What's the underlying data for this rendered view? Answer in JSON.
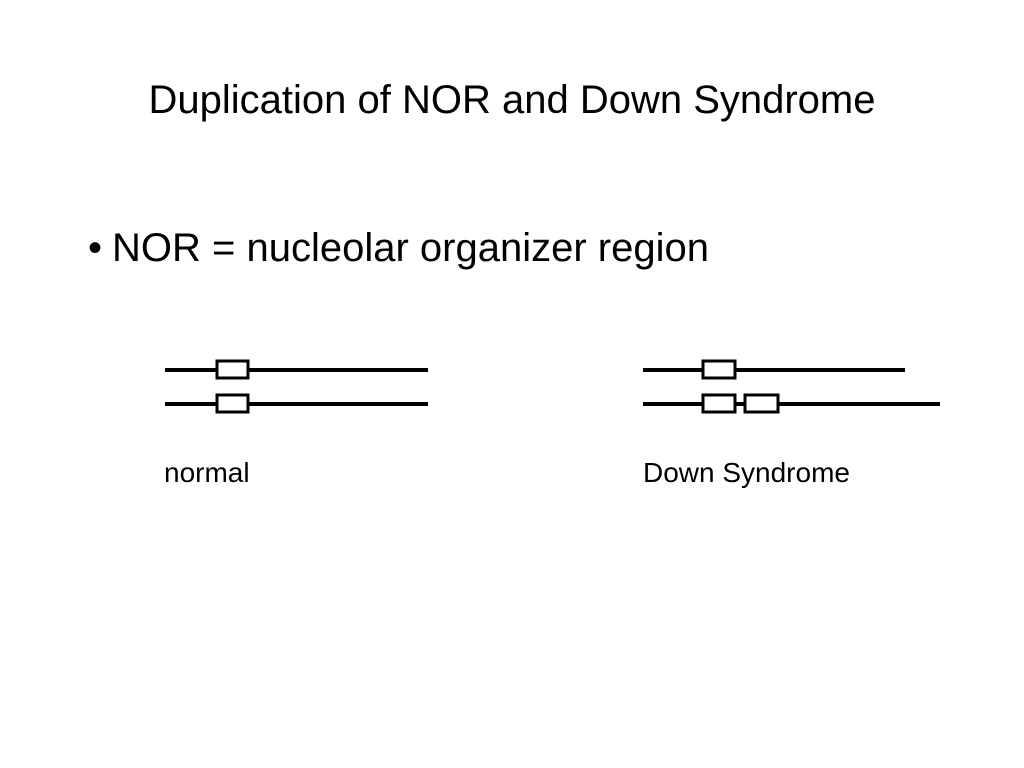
{
  "slide": {
    "title": "Duplication of NOR and Down Syndrome",
    "bullet_marker": "•",
    "bullet_text": "NOR = nucleolar organizer region"
  },
  "diagram": {
    "normal": {
      "caption": "normal",
      "chromosomes": [
        {
          "nor_count": 1
        },
        {
          "nor_count": 1
        }
      ]
    },
    "down_syndrome": {
      "caption": "Down Syndrome",
      "chromosomes": [
        {
          "nor_count": 1
        },
        {
          "nor_count": 2
        }
      ]
    }
  },
  "colors": {
    "background": "#ffffff",
    "foreground": "#000000"
  }
}
